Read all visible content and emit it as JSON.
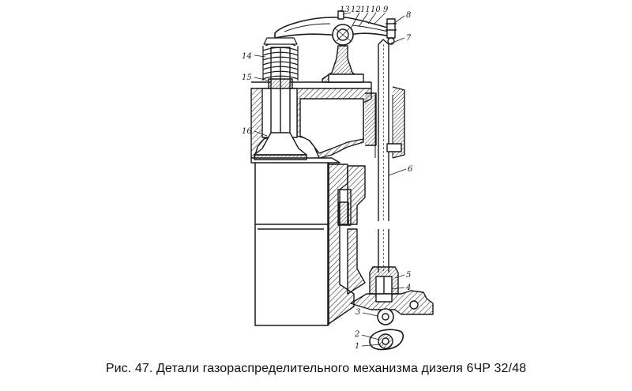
{
  "caption": "Рис. 47. Детали газораспределительного механизма дизеля 6ЧР 32/48",
  "labels": {
    "l1": "1",
    "l2": "2",
    "l3": "3",
    "l4": "4",
    "l5": "5",
    "l6": "6",
    "l7": "7",
    "l8": "8",
    "l9": "9",
    "l10": "10",
    "l11": "11",
    "l12": "12",
    "l13": "13",
    "l14": "14",
    "l15": "15",
    "l16": "16"
  }
}
